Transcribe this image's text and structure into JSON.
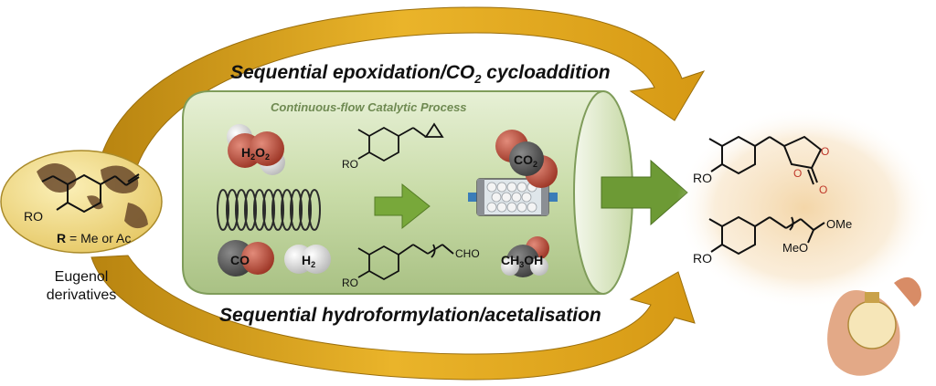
{
  "title_top": "Sequential epoxidation/CO",
  "title_top_sub": "2",
  "title_top_tail": " cycloaddition",
  "title_bottom": "Sequential hydroformylation/acetalisation",
  "process_label": "Continuous-flow Catalytic Process",
  "substrate": {
    "r_label": "R",
    "r_def": " = Me or Ac",
    "caption_line1": "Eugenol",
    "caption_line2": "derivatives",
    "ro": "RO"
  },
  "reagents": {
    "h2o2": "H",
    "h2o2_sub1": "2",
    "h2o2_mid": "O",
    "h2o2_sub2": "2",
    "co2": "CO",
    "co2_sub": "2",
    "co": "CO",
    "h2": "H",
    "h2_sub": "2",
    "meoh": "CH",
    "meoh_sub": "3",
    "meoh_tail": "OH"
  },
  "structures": {
    "ro": "RO",
    "cho": "CHO",
    "ome": "OMe",
    "meo": "MeO",
    "o": "O"
  },
  "colors": {
    "arrow_gold": "#d9a21c",
    "tube_fill": "#d4e4b8",
    "tube_edge": "#8aa567",
    "green_arrow": "#6d9a35",
    "oxygen": "#c0392b"
  }
}
